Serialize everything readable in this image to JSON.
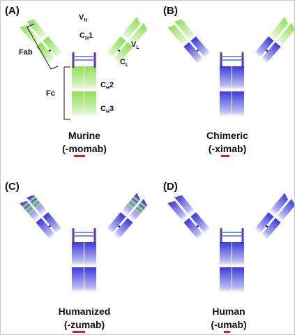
{
  "colors": {
    "murine": "#8fe05a",
    "human": "#3a3ae0",
    "hinge": "#6a2fa0",
    "disulfide": "#4a6fd8",
    "underline": "#d42020",
    "bracket": "#111111"
  },
  "labels": {
    "fab": "Fab",
    "fc": "Fc",
    "vh": "V",
    "vh_sub": "H",
    "vl": "V",
    "vl_sub": "L",
    "ch1": "C",
    "ch1_sub": "H",
    "ch1_tail": "1",
    "cl": "C",
    "cl_sub": "L",
    "ch2": "C",
    "ch2_sub": "H",
    "ch2_tail": "2",
    "ch3": "C",
    "ch3_sub": "H",
    "ch3_tail": "3"
  },
  "panels": [
    {
      "letter": "(A)",
      "name": "Murine",
      "suffix_open": "(-",
      "suffix_key": "mo",
      "suffix_rest": "mab)",
      "type": "murine"
    },
    {
      "letter": "(B)",
      "name": "Chimeric",
      "suffix_open": "(-",
      "suffix_key": "xi",
      "suffix_rest": "mab)",
      "type": "chimeric"
    },
    {
      "letter": "(C)",
      "name": "Humanized",
      "suffix_open": "(-",
      "suffix_key": "zu",
      "suffix_rest": "mab)",
      "type": "humanized"
    },
    {
      "letter": "(D)",
      "name": "Human",
      "suffix_open": "(-",
      "suffix_key": "u",
      "suffix_rest": "mab)",
      "type": "human"
    }
  ]
}
